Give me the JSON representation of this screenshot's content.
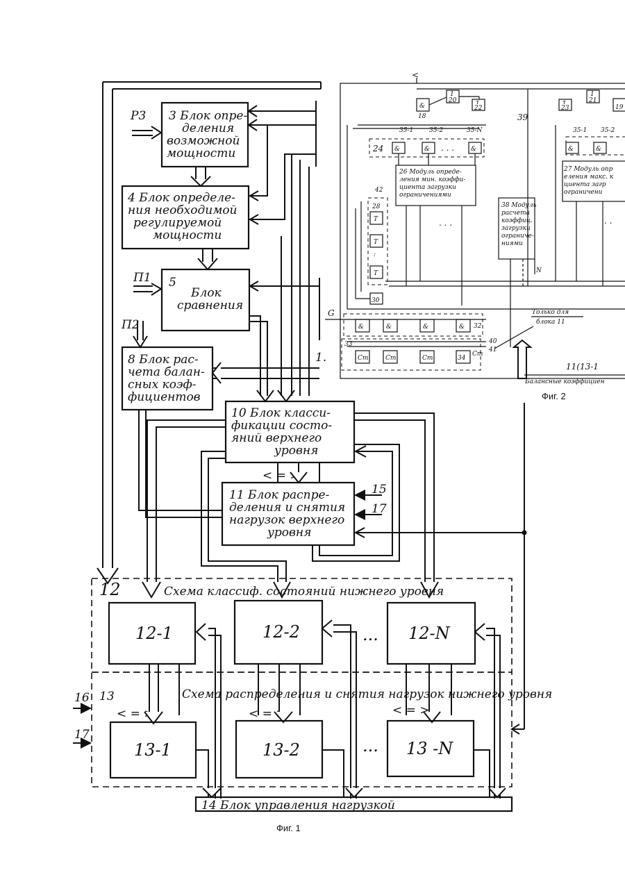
{
  "fig1": {
    "b3": [
      "3 Блок опре-",
      "деления",
      "возможной",
      "мощности"
    ],
    "b4": [
      "4 Блок определе-",
      "ния необходимой",
      "регулируемой",
      "мощности"
    ],
    "b5": [
      "5",
      "Блок",
      "сравнения"
    ],
    "b8": [
      "8 Блок рас-",
      "чета балан-",
      "сных коэф-",
      "фициентов"
    ],
    "b10": [
      "10 Блок класси-",
      "фикации состо-",
      "яний верхнего",
      "уровня"
    ],
    "b10_signs": "<  =  >",
    "b11": [
      "11 Блок распре-",
      "деления и снятия",
      "нагрузок верхнего",
      "уровня"
    ],
    "in_p3": "P3",
    "in_p1": "П1",
    "in_p2": "П2",
    "in_15": "15",
    "in_17a": "17",
    "in_16": "16",
    "in_17b": "17",
    "group12_num": "12",
    "group12_title": "Схема классиф. состояний нижнего уровня",
    "b12_1": "12-1",
    "b12_2": "12-2",
    "b12_n": "12-N",
    "ellipsis": "...",
    "group13_num": "13",
    "group13_title": "Схема распределения и снятия нагрузок нижнего уровня",
    "signs13": "<  =  >",
    "b13_1": "13-1",
    "b13_2": "13-2",
    "b13_n": "13 -N",
    "b14": "14 Блок управления нагрузкой",
    "caption": "Фиг. 1"
  },
  "fig2": {
    "n18": "18",
    "n20": "20",
    "n22": "22",
    "n39": "39",
    "n23": "23",
    "n21": "21",
    "n19": "19",
    "and_sign": "&",
    "t_sign": "T",
    "ct_sign": "Ст",
    "tau": "τ",
    "one": "1",
    "n24": "24",
    "n35_1": "35-1",
    "n35_2": "35-2",
    "n35_n": "35-N",
    "b26": [
      "26 Модуль опреде-",
      "ления мин. коэффи-",
      "циента загрузки",
      "ограничениями"
    ],
    "b27": [
      "27 Модуль опр",
      "еления макс. к",
      "циента загр",
      "ограничени"
    ],
    "b38": [
      "38 Модуль",
      "расчета",
      "коэффиц.",
      "загрузки",
      "ограниче-",
      "ниями"
    ],
    "n28": "28",
    "n42": "42",
    "n30": "30",
    "sig_g": "G",
    "n32": "32",
    "n33": "33",
    "n34": "34",
    "n40": "40",
    "n41": "41",
    "sig_n": "N",
    "only_for": [
      "Только для",
      "блока 11"
    ],
    "n11_13": "11(13-1",
    "balance": "Балансные коэффициен",
    "caption": "Фиг. 2"
  }
}
